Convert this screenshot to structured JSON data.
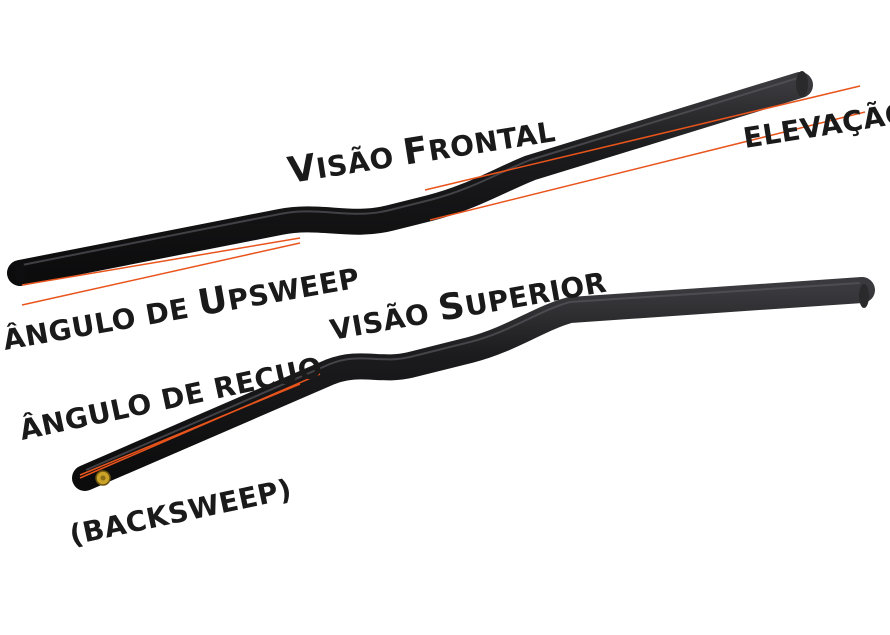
{
  "labels": {
    "front_view": {
      "big1": "V",
      "rest1": "ISÃO ",
      "big2": "F",
      "rest2": "RONTAL"
    },
    "rise": "ELEVAÇÃO",
    "upsweep": {
      "rest1": "ÂNGULO DE ",
      "big": "U",
      "rest2": "PSWEEP"
    },
    "top_view": {
      "big1": "V",
      "rest1": "ISÃO ",
      "big2": "S",
      "rest2": "UPERIOR"
    },
    "backsweep": "ÂNGULO DE RECUO",
    "backsweep_en": "(BACKSWEEP)"
  },
  "colors": {
    "guide_line": "#e8541c",
    "bar": "#1b1b1d",
    "bar_highlight": "#5a5a5e",
    "label": "#1a1a1a",
    "end_cap": "#c9a227"
  }
}
